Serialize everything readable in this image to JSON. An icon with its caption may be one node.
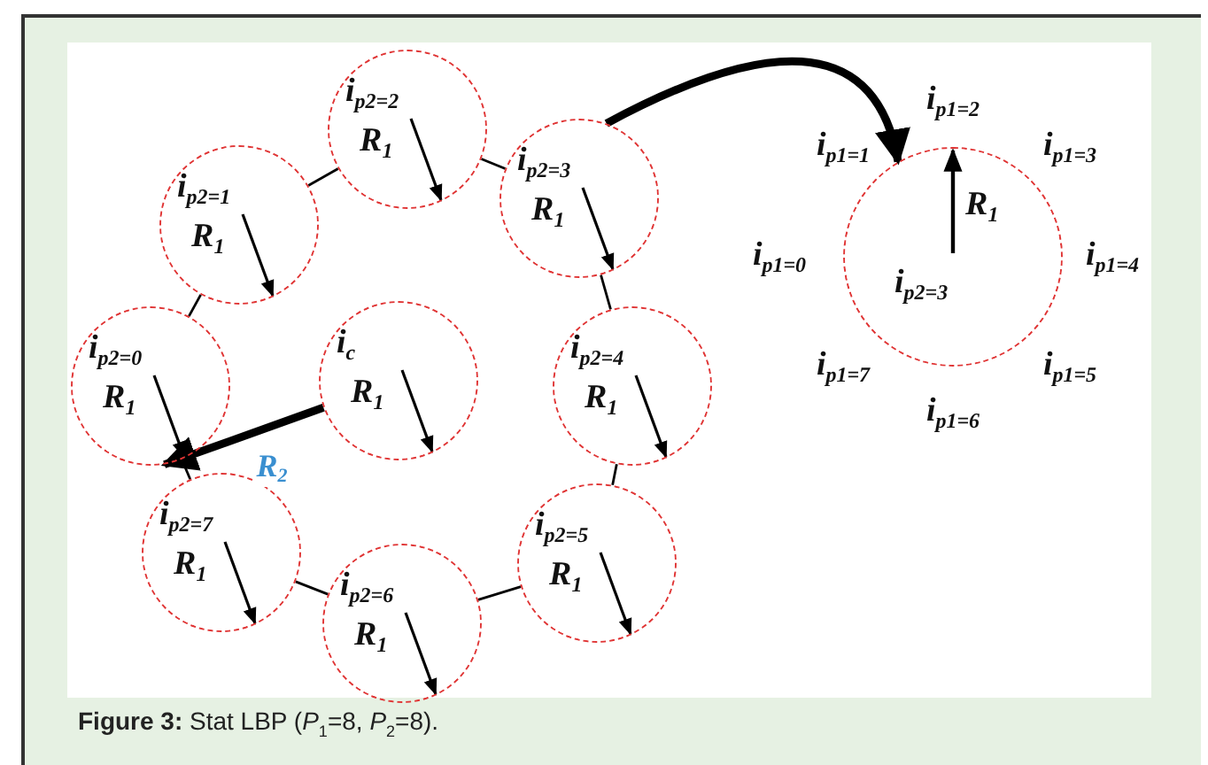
{
  "diagram": {
    "caption": "**Figure 3:** Stat LBP (*P*$_{1}$=8, *P*$_{2}$=8).",
    "nodes": [
      {
        "text": [
          "i$_{p2=1}$",
          "R$_{1}$"
        ]
      },
      {
        "text": [
          "i$_{p2=2}$",
          "R$_{1}$"
        ]
      },
      {
        "text": [
          "i$_{p2=3}$",
          "R$_{1}$"
        ]
      },
      {
        "text": [
          "i$_{p2=0}$",
          "R$_{1}$"
        ]
      },
      {
        "text": [
          "i$_{c}$",
          "R$_{1}$"
        ]
      },
      {
        "text": [
          "i$_{p2=4}$",
          "R$_{1}$"
        ]
      },
      {
        "text": [
          "i$_{p2=7}$",
          "R$_{1}$"
        ]
      },
      {
        "text": [
          "i$_{p2=6}$",
          "R$_{1}$"
        ]
      },
      {
        "text": [
          "i$_{p2=5}$",
          "R$_{1}$"
        ]
      },
      {
        "text": [
          "i$_{p2=3}$",
          "R$_{1}$"
        ]
      }
    ],
    "edges": [
      {
        "from": 4,
        "to": 3,
        "arrow": "to",
        "style": "thick",
        "label": "R$_{2}$"
      },
      {
        "from": 2,
        "to": 9,
        "arrow": "to",
        "style": "thick"
      },
      {
        "from": 3,
        "to": 0,
        "arrow": "none"
      },
      {
        "from": 0,
        "to": 1,
        "arrow": "none"
      },
      {
        "from": 1,
        "to": 2,
        "arrow": "none"
      },
      {
        "from": 2,
        "to": 5,
        "arrow": "none"
      },
      {
        "from": 5,
        "to": 8,
        "arrow": "none"
      },
      {
        "from": 8,
        "to": 7,
        "arrow": "none"
      },
      {
        "from": 7,
        "to": 6,
        "arrow": "none"
      },
      {
        "from": 6,
        "to": 3,
        "arrow": "none"
      }
    ],
    "labels": [
      "i$_{p1=2}$",
      "i$_{p1=1}$",
      "i$_{p1=3}$",
      "i$_{p1=0}$",
      "i$_{p1=4}$",
      "i$_{p1=7}$",
      "i$_{p1=5}$",
      "i$_{p1=6}$"
    ]
  }
}
